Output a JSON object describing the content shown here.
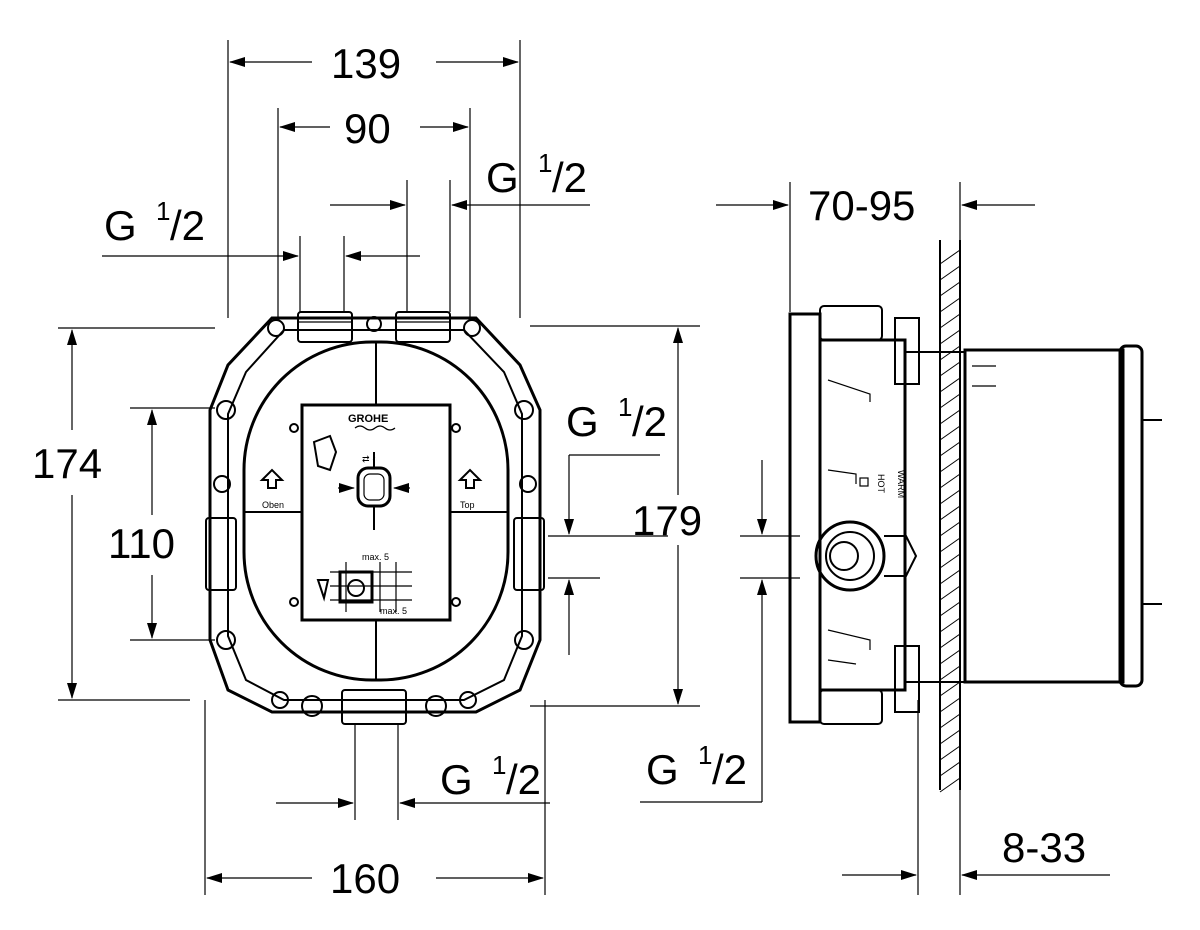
{
  "brand": {
    "logo": "GROHE"
  },
  "dimensions": {
    "overall_width_top": "139",
    "port_spacing_top": "90",
    "overall_height": "174",
    "hole_spacing_vertical": "110",
    "height_right": "179",
    "overall_width_bottom": "160",
    "depth_range": "70-95",
    "wall_range": "8-33"
  },
  "threads": {
    "main": "G",
    "numerator": "1",
    "slash_denominator": "/2"
  },
  "labels": {
    "left_arrow_label": "Oben",
    "right_arrow_label": "Top",
    "max_label_1": "max. 5",
    "max_label_2": "max. 5",
    "temp_warm": "WARM",
    "temp_hot": "HOT"
  }
}
